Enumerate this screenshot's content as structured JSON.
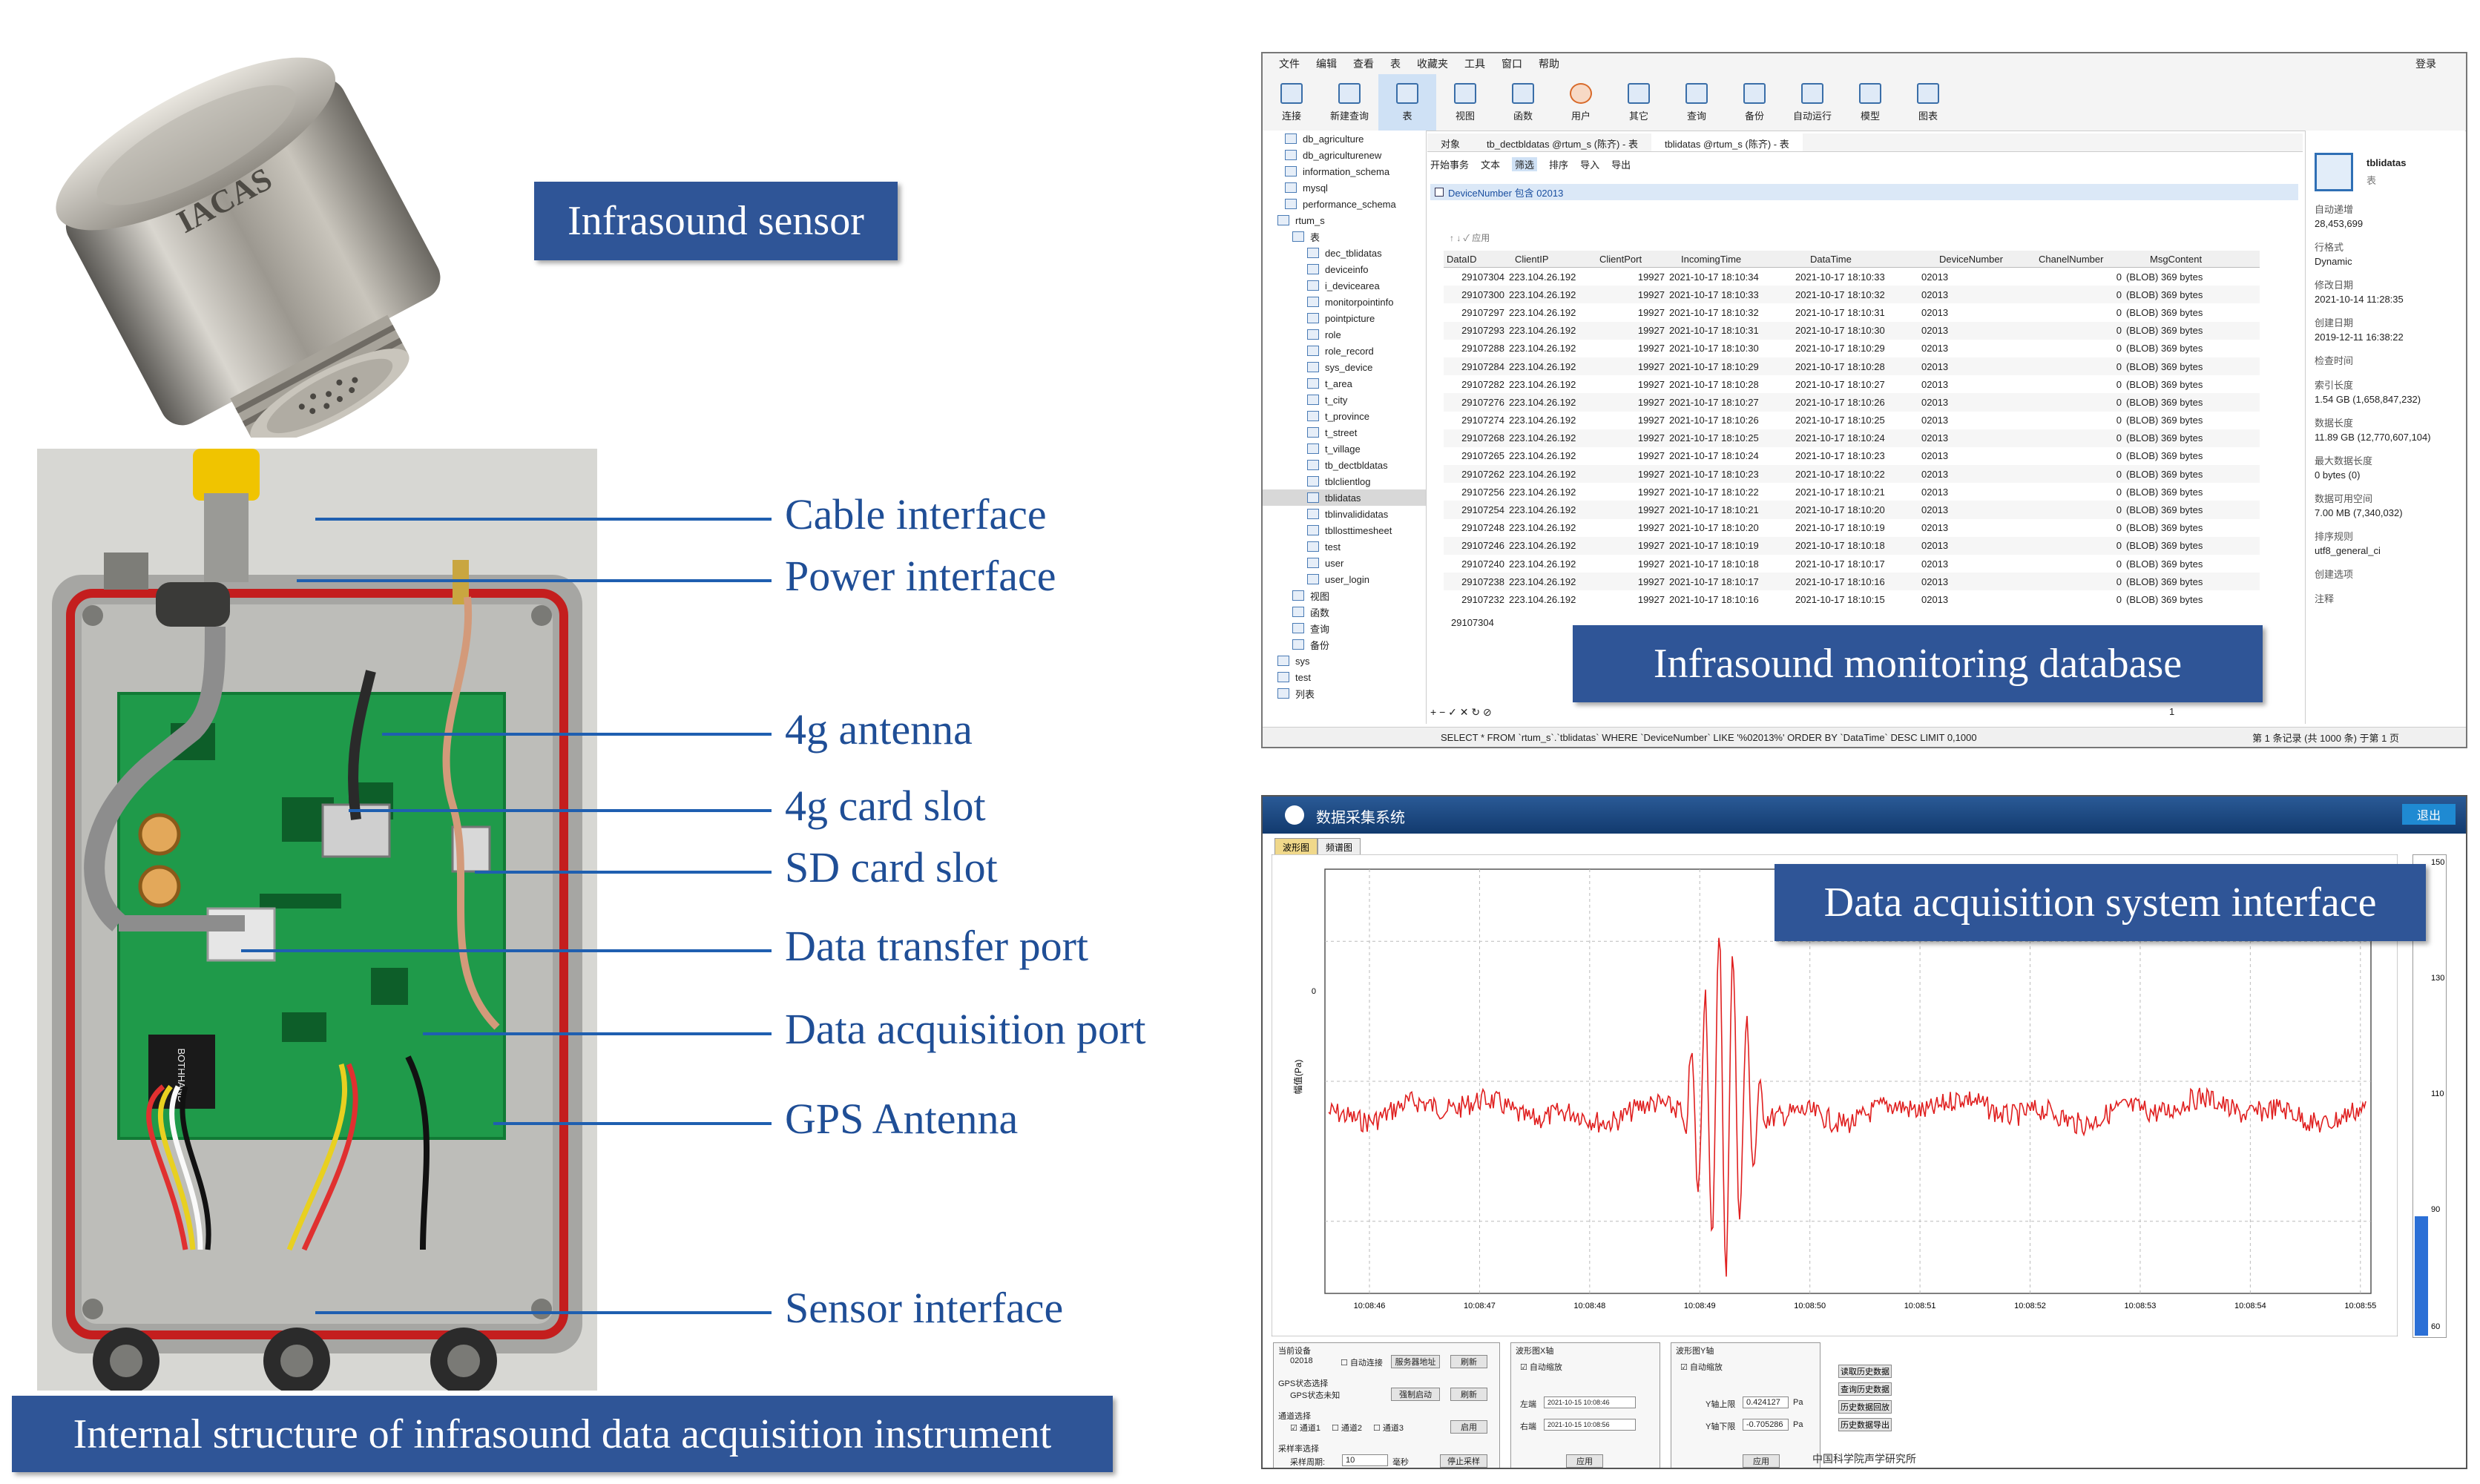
{
  "labels": {
    "sensor": "Infrasound sensor",
    "internal": "Internal structure of infrasound data acquisition instrument",
    "database": "Infrasound monitoring database",
    "acquisition": "Data acquisition system interface"
  },
  "callouts": [
    "Cable interface",
    "Power interface",
    "4g antenna",
    "4g card slot",
    "SD card slot",
    "Data transfer port",
    "Data acquisition port",
    "GPS Antenna",
    "Sensor interface"
  ],
  "sensor_engraving": "IACAS",
  "pcb_chip_text": "BOTHHAND",
  "db": {
    "menu": [
      "文件",
      "编辑",
      "查看",
      "表",
      "收藏夹",
      "工具",
      "窗口",
      "帮助"
    ],
    "login": "登录",
    "toolbar": [
      "连接",
      "新建查询",
      "表",
      "视图",
      "函数",
      "用户",
      "其它",
      "查询",
      "备份",
      "自动运行",
      "模型",
      "图表"
    ],
    "tabs": [
      "对象",
      "tb_dectbldatas @rtum_s (陈齐) - 表",
      "tblidatas @rtum_s (陈齐) - 表"
    ],
    "actions": [
      "开始事务",
      "文本",
      "筛选",
      "排序",
      "导入",
      "导出"
    ],
    "filter": "DeviceNumber 包含 02013",
    "apply": "应用",
    "tree_top": [
      "db_agriculture",
      "db_agriculturenew",
      "information_schema",
      "mysql",
      "performance_schema",
      "rtum_s",
      "表"
    ],
    "tables": [
      "dec_tblidatas",
      "deviceinfo",
      "i_devicearea",
      "monitorpointinfo",
      "pointpicture",
      "role",
      "role_record",
      "sys_device",
      "t_area",
      "t_city",
      "t_province",
      "t_street",
      "t_village",
      "tb_dectbldatas",
      "tblclientlog",
      "tblidatas",
      "tblinvalididatas",
      "tbllosttimesheet",
      "test",
      "user",
      "user_login"
    ],
    "tree_bottom": [
      "视图",
      "函数",
      "查询",
      "备份",
      "sys",
      "test",
      "列表"
    ],
    "columns": [
      "DataID",
      "ClientIP",
      "ClientPort",
      "IncomingTime",
      "DataTime",
      "DeviceNumber",
      "ChanelNumber",
      "MsgContent"
    ],
    "rows": [
      [
        "29107304",
        "223.104.26.192",
        "19927",
        "2021-10-17 18:10:34",
        "2021-10-17 18:10:33",
        "02013",
        "0",
        "(BLOB) 369 bytes"
      ],
      [
        "29107300",
        "223.104.26.192",
        "19927",
        "2021-10-17 18:10:33",
        "2021-10-17 18:10:32",
        "02013",
        "0",
        "(BLOB) 369 bytes"
      ],
      [
        "29107297",
        "223.104.26.192",
        "19927",
        "2021-10-17 18:10:32",
        "2021-10-17 18:10:31",
        "02013",
        "0",
        "(BLOB) 369 bytes"
      ],
      [
        "29107293",
        "223.104.26.192",
        "19927",
        "2021-10-17 18:10:31",
        "2021-10-17 18:10:30",
        "02013",
        "0",
        "(BLOB) 369 bytes"
      ],
      [
        "29107288",
        "223.104.26.192",
        "19927",
        "2021-10-17 18:10:30",
        "2021-10-17 18:10:29",
        "02013",
        "0",
        "(BLOB) 369 bytes"
      ],
      [
        "29107284",
        "223.104.26.192",
        "19927",
        "2021-10-17 18:10:29",
        "2021-10-17 18:10:28",
        "02013",
        "0",
        "(BLOB) 369 bytes"
      ],
      [
        "29107282",
        "223.104.26.192",
        "19927",
        "2021-10-17 18:10:28",
        "2021-10-17 18:10:27",
        "02013",
        "0",
        "(BLOB) 369 bytes"
      ],
      [
        "29107276",
        "223.104.26.192",
        "19927",
        "2021-10-17 18:10:27",
        "2021-10-17 18:10:26",
        "02013",
        "0",
        "(BLOB) 369 bytes"
      ],
      [
        "29107274",
        "223.104.26.192",
        "19927",
        "2021-10-17 18:10:26",
        "2021-10-17 18:10:25",
        "02013",
        "0",
        "(BLOB) 369 bytes"
      ],
      [
        "29107268",
        "223.104.26.192",
        "19927",
        "2021-10-17 18:10:25",
        "2021-10-17 18:10:24",
        "02013",
        "0",
        "(BLOB) 369 bytes"
      ],
      [
        "29107265",
        "223.104.26.192",
        "19927",
        "2021-10-17 18:10:24",
        "2021-10-17 18:10:23",
        "02013",
        "0",
        "(BLOB) 369 bytes"
      ],
      [
        "29107262",
        "223.104.26.192",
        "19927",
        "2021-10-17 18:10:23",
        "2021-10-17 18:10:22",
        "02013",
        "0",
        "(BLOB) 369 bytes"
      ],
      [
        "29107256",
        "223.104.26.192",
        "19927",
        "2021-10-17 18:10:22",
        "2021-10-17 18:10:21",
        "02013",
        "0",
        "(BLOB) 369 bytes"
      ],
      [
        "29107254",
        "223.104.26.192",
        "19927",
        "2021-10-17 18:10:21",
        "2021-10-17 18:10:20",
        "02013",
        "0",
        "(BLOB) 369 bytes"
      ],
      [
        "29107248",
        "223.104.26.192",
        "19927",
        "2021-10-17 18:10:20",
        "2021-10-17 18:10:19",
        "02013",
        "0",
        "(BLOB) 369 bytes"
      ],
      [
        "29107246",
        "223.104.26.192",
        "19927",
        "2021-10-17 18:10:19",
        "2021-10-17 18:10:18",
        "02013",
        "0",
        "(BLOB) 369 bytes"
      ],
      [
        "29107240",
        "223.104.26.192",
        "19927",
        "2021-10-17 18:10:18",
        "2021-10-17 18:10:17",
        "02013",
        "0",
        "(BLOB) 369 bytes"
      ],
      [
        "29107238",
        "223.104.26.192",
        "19927",
        "2021-10-17 18:10:17",
        "2021-10-17 18:10:16",
        "02013",
        "0",
        "(BLOB) 369 bytes"
      ],
      [
        "29107232",
        "223.104.26.192",
        "19927",
        "2021-10-17 18:10:16",
        "2021-10-17 18:10:15",
        "02013",
        "0",
        "(BLOB) 369 bytes"
      ]
    ],
    "selected_id": "29107304",
    "props_title": "tblidatas",
    "props_sub": "表",
    "props": [
      [
        "自动递增",
        "28,453,699"
      ],
      [
        "行格式",
        "Dynamic"
      ],
      [
        "修改日期",
        "2021-10-14 11:28:35"
      ],
      [
        "创建日期",
        "2019-12-11 16:38:22"
      ],
      [
        "检查时间",
        ""
      ],
      [
        "索引长度",
        "1.54 GB (1,658,847,232)"
      ],
      [
        "数据长度",
        "11.89 GB (12,770,607,104)"
      ],
      [
        "最大数据长度",
        "0 bytes (0)"
      ],
      [
        "数据可用空间",
        "7.00 MB (7,340,032)"
      ],
      [
        "排序规则",
        "utf8_general_ci"
      ],
      [
        "创建选项",
        ""
      ],
      [
        "注释",
        ""
      ]
    ],
    "sql": "SELECT * FROM `rtum_s`.`tblidatas` WHERE `DeviceNumber` LIKE '%02013%' ORDER BY `DataTime` DESC LIMIT 0,1000",
    "page_info": "第 1 条记录 (共 1000 条) 于第 1 页",
    "page_num": "1"
  },
  "acq": {
    "title": "数据采集系统",
    "exit": "退出",
    "tabs": [
      "波形图",
      "频谱图"
    ],
    "y_label": "幅值(Pa)",
    "y_tick": "0",
    "x_ticks": [
      "10:08:46",
      "10:08:47",
      "10:08:48",
      "10:08:49",
      "10:08:50",
      "10:08:51",
      "10:08:52",
      "10:08:53",
      "10:08:54",
      "10:08:55"
    ],
    "gauge_ticks": [
      "150",
      "130",
      "110",
      "90",
      "60"
    ],
    "gauge_level": 0.25,
    "footer": "中国科学院声学研究所",
    "panel1": {
      "device_title": "当前设备",
      "device_id": "02018",
      "auto_connect": "自动连接",
      "server_addr": "服务器地址",
      "refresh": "刷新",
      "gps_title": "GPS状态选择",
      "gps_status": "GPS状态未知",
      "force_start": "强制启动",
      "refresh2": "刷新",
      "channel_title": "通道选择",
      "ch1": "通道1",
      "ch2": "通道2",
      "ch3": "通道3",
      "apply": "启用",
      "sample_title": "采样率选择",
      "sample_period": "采样周期:",
      "sample_value": "10",
      "unit": "毫秒",
      "stop": "停止采样"
    },
    "panel2": {
      "title": "波形图X轴",
      "auto_scale": "自动缩放",
      "start_label": "左端",
      "start_value": "2021-10-15 10:08:46",
      "end_label": "右端",
      "end_value": "2021-10-15 10:08:56",
      "apply": "应用"
    },
    "panel3": {
      "title": "波形图Y轴",
      "auto_scale": "自动缩放",
      "upper_label": "Y轴上限",
      "upper_value": "0.424127",
      "lower_label": "Y轴下限",
      "lower_value": "-0.705286",
      "unit": "Pa",
      "apply": "应用"
    },
    "history": [
      "读取历史数据",
      "查询历史数据",
      "历史数据回放",
      "历史数据导出"
    ]
  },
  "colors": {
    "label_bg": "#2f5597",
    "callout": "#1f5fb0",
    "waveform": "#e02020",
    "pcb": "#1f9a4a",
    "enclosure": "#b3b3b1",
    "gasket": "#c41e1e"
  }
}
